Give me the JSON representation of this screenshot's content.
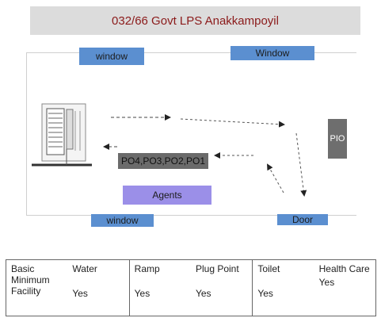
{
  "title": "032/66 Govt LPS Anakkampoyil",
  "windows": {
    "top_left": "window",
    "top_right": "Window",
    "bottom_left": "window",
    "door": "Door"
  },
  "pio": "PIO",
  "po_box": "PO4,PO3,PO2,PO1",
  "agents": "Agents",
  "colors": {
    "window": "#5b8fd0",
    "agents": "#9b8fe8",
    "title_text": "#8b1a1a",
    "pio": "#6e6e6e"
  },
  "facility_table": {
    "label": "Basic Minimum Facility",
    "items": [
      {
        "name": "Water",
        "value": "Yes"
      },
      {
        "name": "Ramp",
        "value": "Yes"
      },
      {
        "name": "Plug Point",
        "value": "Yes"
      },
      {
        "name": "Toilet",
        "value": "Yes"
      },
      {
        "name": "Health Care",
        "value": "Yes"
      }
    ]
  }
}
